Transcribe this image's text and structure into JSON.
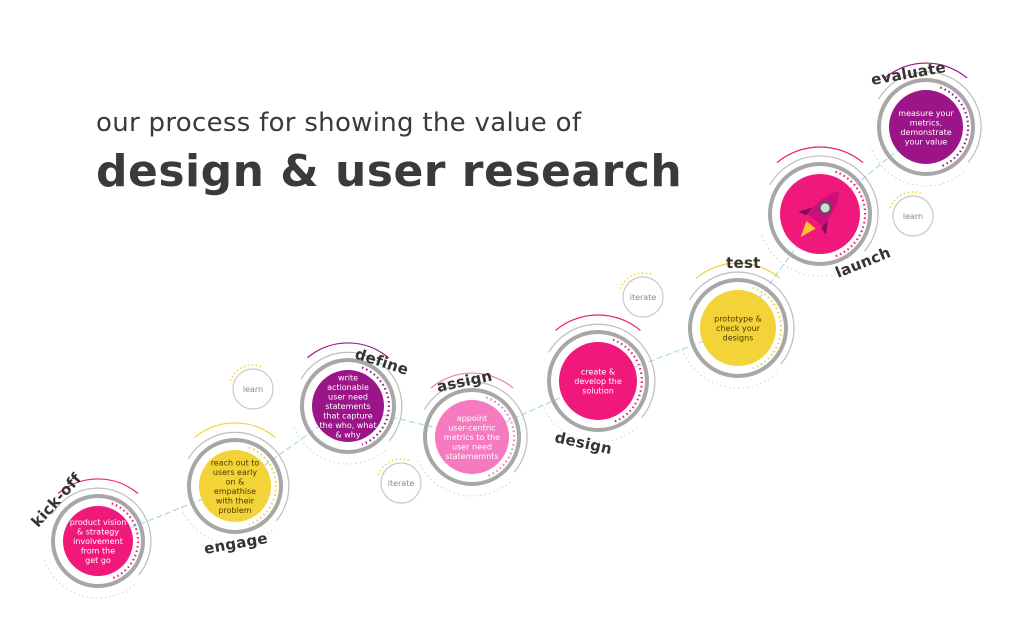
{
  "title": {
    "line1": "our process for showing the value of",
    "line2": "design & user research"
  },
  "colors": {
    "pink": "#f0197b",
    "purple": "#9b1589",
    "yellow": "#f3d337",
    "light_pink": "#f57ac0",
    "ring_gray": "#a7a7a7",
    "connector": "#a8d8f0"
  },
  "steps": [
    {
      "id": "kick-off",
      "label": "kick-off",
      "text": [
        "product vision",
        "& strategy",
        "involvement",
        "from the",
        "get go"
      ],
      "color": "pink"
    },
    {
      "id": "engage",
      "label": "engage",
      "text": [
        "reach out to",
        "users early",
        "on &",
        "empathise",
        "with their",
        "problem"
      ],
      "color": "yellow"
    },
    {
      "id": "define",
      "label": "define",
      "text": [
        "write",
        "actionable",
        "user need",
        "statements",
        "that capture",
        "the who, what",
        "& why"
      ],
      "color": "purple"
    },
    {
      "id": "assign",
      "label": "assign",
      "text": [
        "appoint",
        "user-centric",
        "metrics to the",
        "user need",
        "statememnts"
      ],
      "color": "light_pink"
    },
    {
      "id": "design",
      "label": "design",
      "text": [
        "create &",
        "develop the",
        "solution"
      ],
      "color": "pink"
    },
    {
      "id": "test",
      "label": "test",
      "text": [
        "prototype &",
        "check your",
        "designs"
      ],
      "color": "yellow"
    },
    {
      "id": "launch",
      "label": "launch",
      "text": [],
      "icon": "rocket-icon",
      "color": "pink"
    },
    {
      "id": "evaluate",
      "label": "evaluate",
      "text": [
        "measure your",
        "metrics,",
        "demonstrate",
        "your value"
      ],
      "color": "purple"
    }
  ],
  "loops": [
    {
      "label": "learn"
    },
    {
      "label": "iterate"
    },
    {
      "label": "iterate"
    },
    {
      "label": "learn"
    }
  ]
}
